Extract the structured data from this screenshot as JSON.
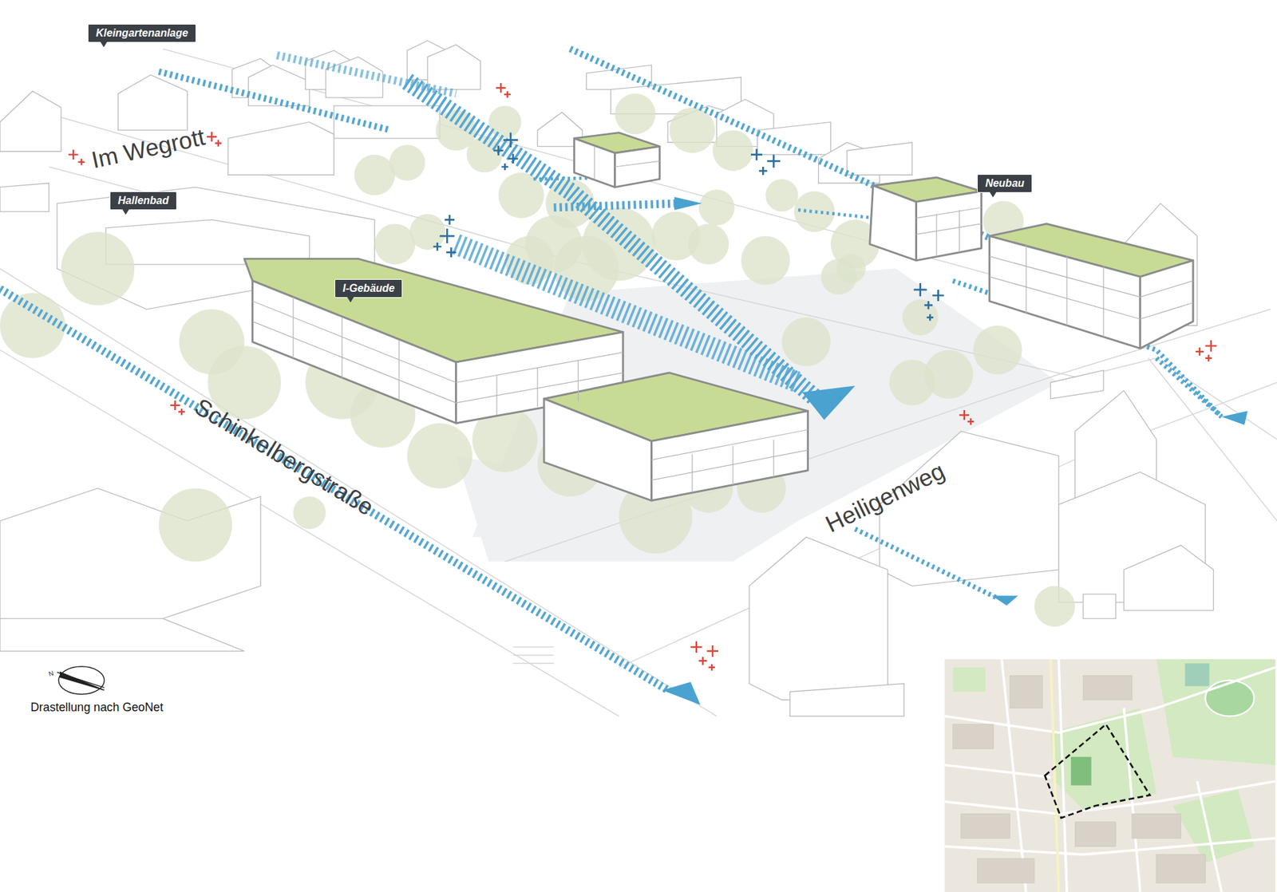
{
  "diagram": {
    "nodes": [
      {
        "text": [
          "Kleingartenanlage"
        ]
      },
      {
        "text": [
          "Hallenbad"
        ]
      },
      {
        "text": [
          "I-Gebäude"
        ]
      },
      {
        "text": [
          "Neubau"
        ]
      }
    ],
    "labels": [
      "Im Wegrott",
      "Schinkelbergstraße",
      "Heiligenweg",
      "N",
      "Drastellung nach GeoNet"
    ]
  }
}
